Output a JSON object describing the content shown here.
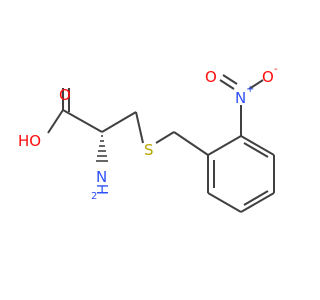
{
  "molecule": {
    "atoms": {
      "oxo_O": {
        "symbol": "O",
        "color": "#ff0d0d"
      },
      "hydroxyl": {
        "symbol": "HO",
        "color": "#ff0d0d"
      },
      "amine_N": {
        "symbol": "N",
        "color": "#3050f8"
      },
      "amine_H2": {
        "symbol": "H",
        "subscript": "2",
        "color": "#3050f8"
      },
      "thioether_S": {
        "symbol": "S",
        "color": "#b8a600"
      },
      "nitro_N": {
        "symbol": "N",
        "charge": "+",
        "color": "#3050f8"
      },
      "nitro_O_top": {
        "symbol": "O",
        "color": "#ff0d0d"
      },
      "nitro_O_right": {
        "symbol": "O",
        "charge": "-",
        "color": "#ff0d0d"
      }
    },
    "bond_color": "#404040"
  }
}
